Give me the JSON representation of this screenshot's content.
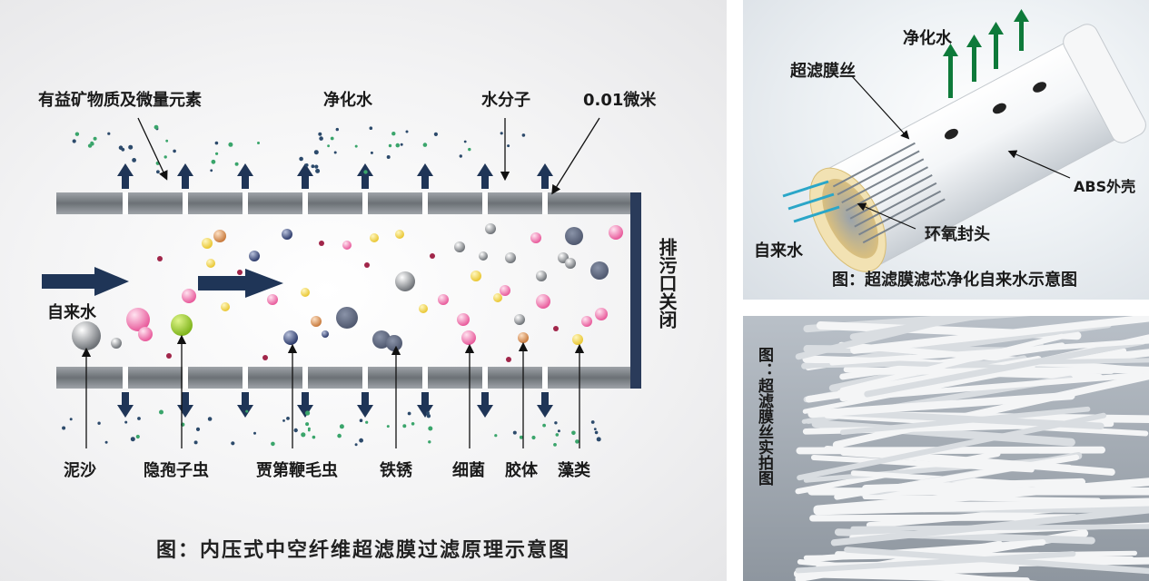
{
  "left_diagram": {
    "top_labels": {
      "minerals": "有益矿物质及微量元素",
      "purified_water": "净化水",
      "water_molecule": "水分子",
      "pore_size": "0.01微米"
    },
    "inlet_label": "自来水",
    "outlet_label": "排污口关闭",
    "contaminants": [
      "泥沙",
      "隐孢子虫",
      "贾第鞭毛虫",
      "铁锈",
      "细菌",
      "胶体",
      "藻类"
    ],
    "caption": "图：内压式中空纤维超滤膜过滤原理示意图"
  },
  "top_right": {
    "purified_water": "净化水",
    "fiber_label": "超滤膜丝",
    "shell_label": "ABS外壳",
    "epoxy_label": "环氧封头",
    "inlet_label": "自来水",
    "caption": "图：超滤膜滤芯净化自来水示意图"
  },
  "bottom_right": {
    "caption": "图：超滤膜丝实拍图"
  },
  "colors": {
    "arrow": "#1f3557",
    "pipe": "#7f8489",
    "green_arrow": "#0e7a3a",
    "teal_line": "#2aa6c8"
  }
}
